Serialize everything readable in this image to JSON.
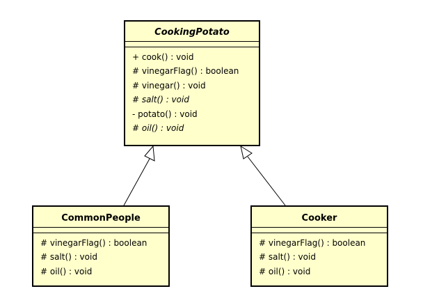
{
  "classes": [
    {
      "id": "cooking-potato",
      "name": "CookingPotato",
      "abstract": true,
      "operations": [
        {
          "text": "+ cook() : void",
          "abstract": false
        },
        {
          "text": "# vinegarFlag() : boolean",
          "abstract": false
        },
        {
          "text": "# vinegar() : void",
          "abstract": false
        },
        {
          "text": "# salt() : void",
          "abstract": true
        },
        {
          "text": "- potato() : void",
          "abstract": false
        },
        {
          "text": "# oil() : void",
          "abstract": true
        }
      ]
    },
    {
      "id": "common-people",
      "name": "CommonPeople",
      "abstract": false,
      "operations": [
        {
          "text": "# vinegarFlag() : boolean",
          "abstract": false
        },
        {
          "text": "# salt() : void",
          "abstract": false
        },
        {
          "text": "# oil() : void",
          "abstract": false
        }
      ]
    },
    {
      "id": "cooker",
      "name": "Cooker",
      "abstract": false,
      "operations": [
        {
          "text": "# vinegarFlag() : boolean",
          "abstract": false
        },
        {
          "text": "# salt() : void",
          "abstract": false
        },
        {
          "text": "# oil() : void",
          "abstract": false
        }
      ]
    }
  ],
  "relations": [
    {
      "type": "generalization",
      "from": "CommonPeople",
      "to": "CookingPotato"
    },
    {
      "type": "generalization",
      "from": "Cooker",
      "to": "CookingPotato"
    }
  ],
  "colors": {
    "class_fill": "#ffffcc",
    "stroke": "#000000",
    "background": "#ffffff"
  }
}
